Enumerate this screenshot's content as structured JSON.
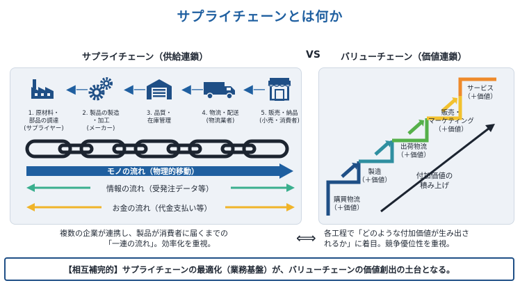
{
  "title": "サプライチェーンとは何か",
  "supply_chain": {
    "heading": "サプライチェーン（供給連鎖）",
    "steps": [
      {
        "label": "1. 原材料・\n部品の調達\n(サプライヤー)",
        "icon": "factory-icon"
      },
      {
        "label": "2. 製品の製造\n・加工\n(メーカー)",
        "icon": "gears-icon"
      },
      {
        "label": "3. 品質・\n在庫管理",
        "icon": "warehouse-icon"
      },
      {
        "label": "4. 物流・配送\n(物流業者)",
        "icon": "truck-icon"
      },
      {
        "label": "5. 販売・納品\n(小売・消費者)",
        "icon": "store-icon"
      }
    ],
    "flows": {
      "goods": "モノの流れ（物理的移動）",
      "info": "情報の流れ（受発注データ等）",
      "money": "お金の流れ（代金支払い等）"
    },
    "description": [
      "複数の企業が連携し、製品が消費者に届くまでの",
      "「一連の流れ」。効率化を重視。"
    ]
  },
  "vs": "VS",
  "value_chain": {
    "heading": "バリューチェーン（価値連鎖）",
    "steps": [
      {
        "label": "購買物流\n（＋価値）"
      },
      {
        "label": "製造\n（＋価値）"
      },
      {
        "label": "出荷物流\n（＋価値）"
      },
      {
        "label": "販売・\nマーケティング\n（＋価値）"
      },
      {
        "label": "サービス\n（＋価値）"
      }
    ],
    "added_value": "付加価値の\n積み上げ",
    "description": [
      "各工程で「どのような付加価値が生み出さ",
      "れるか」に着目。競争優位性を重視。"
    ]
  },
  "exchange_symbol": "⟺",
  "conclusion": "【相互補完的】サプライチェーンの最適化（業務基盤）が、バリューチェーンの価値創出の土台となる。",
  "colors": {
    "primary": "#1f5fa0",
    "goods_arrow": "#1f5fa0",
    "info_arrow": "#3aaf8e",
    "money_arrow": "#f0b429",
    "stair_blue": "#1f4f86",
    "stair_teal": "#2f8fa0",
    "stair_green": "#55b04a",
    "stair_yellow": "#f2c12e",
    "stair_orange": "#ee8a2b"
  }
}
